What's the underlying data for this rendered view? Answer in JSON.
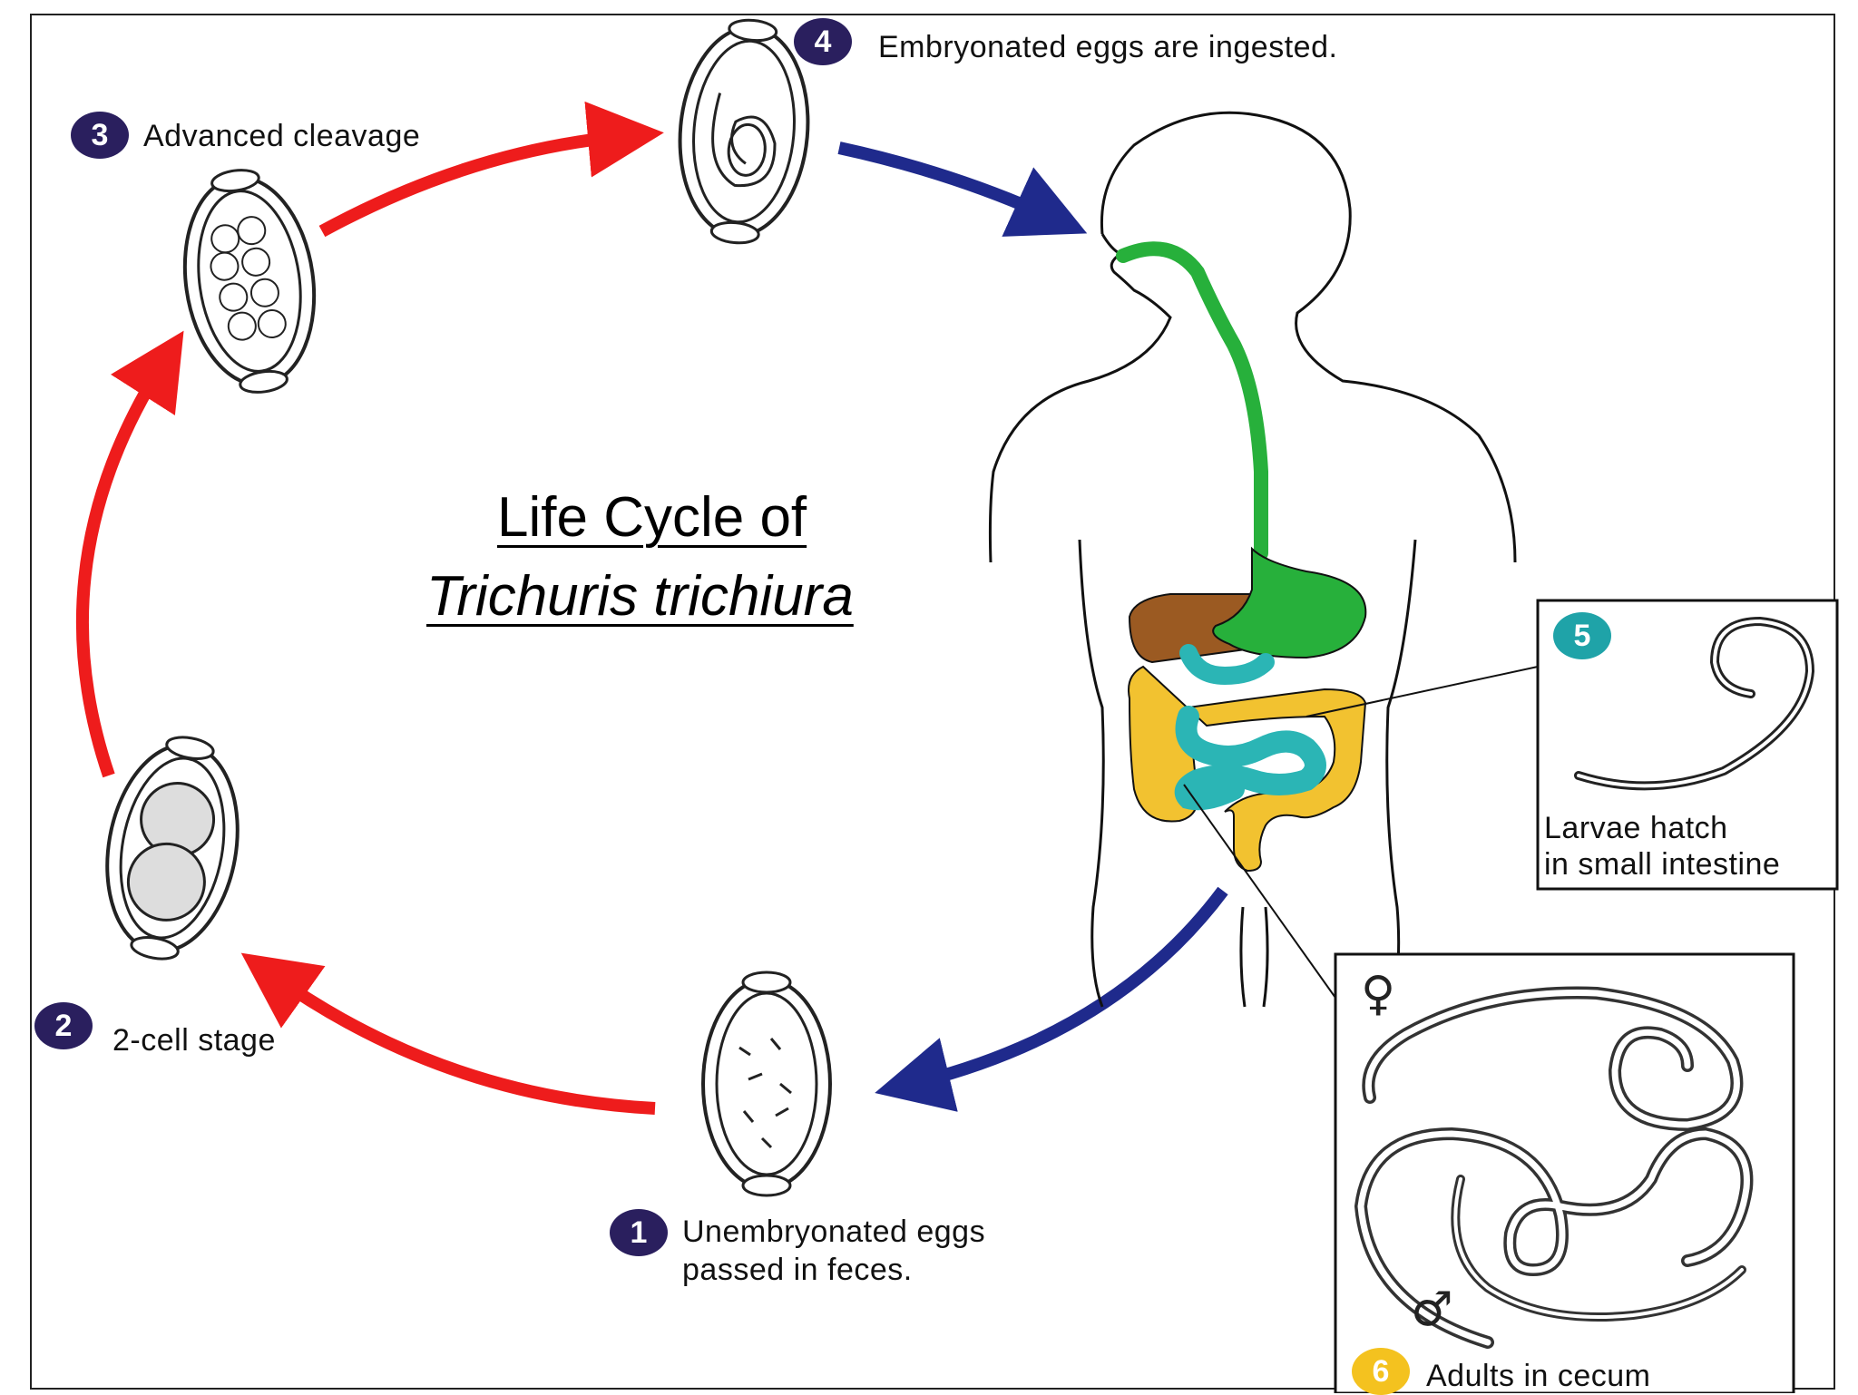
{
  "title": {
    "line1": "Life Cycle of",
    "line2": "Trichuris trichiura"
  },
  "stages": [
    {
      "number": "1",
      "text_line1": "Unembryonated eggs",
      "text_line2": "passed in feces."
    },
    {
      "number": "2",
      "text_line1": "2-cell stage",
      "text_line2": ""
    },
    {
      "number": "3",
      "text_line1": "Advanced cleavage",
      "text_line2": ""
    },
    {
      "number": "4",
      "text_line1": "Embryonated eggs are ingested.",
      "text_line2": ""
    },
    {
      "number": "5",
      "text_line1": "Larvae hatch",
      "text_line2": "in small intestine"
    },
    {
      "number": "6",
      "text_line1": "Adults in cecum",
      "text_line2": ""
    }
  ],
  "symbols": {
    "female": "♀",
    "male": "♂"
  },
  "colors": {
    "environment_arrow": "#ee1c1c",
    "host_arrow": "#1f2a8c",
    "badge_default": "#2a1f5e",
    "badge_larvae": "#1fa3a8",
    "badge_adults": "#f4c21f",
    "esophagus_stomach": "#27b03b",
    "liver": "#9b5a22",
    "small_intestine": "#2bb5b5",
    "large_intestine": "#f2c230"
  },
  "icons": {
    "egg": "whipworm-egg-icon",
    "human": "human-body-outline",
    "worm": "worm-icon"
  }
}
